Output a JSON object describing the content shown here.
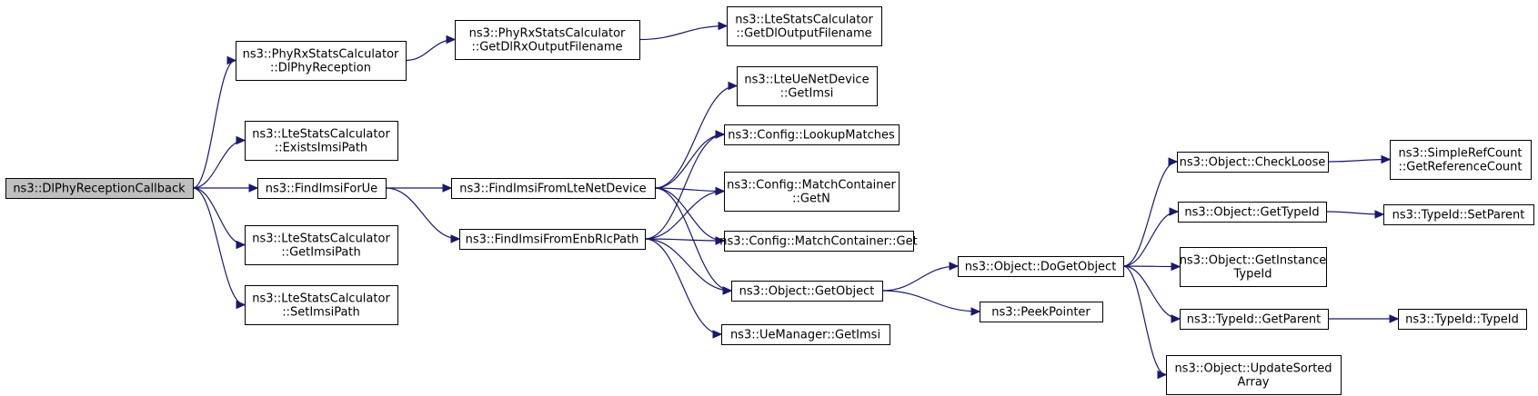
{
  "graph": {
    "root": "n0",
    "edge_color": "#191970",
    "root_fill": "#bfbfbf",
    "nodes": [
      {
        "id": "n0",
        "lines": [
          "ns3::DlPhyReceptionCallback"
        ]
      },
      {
        "id": "n1",
        "lines": [
          "ns3::PhyRxStatsCalculator",
          "::DlPhyReception"
        ]
      },
      {
        "id": "n2",
        "lines": [
          "ns3::PhyRxStatsCalculator",
          "::GetDlRxOutputFilename"
        ]
      },
      {
        "id": "n3",
        "lines": [
          "ns3::LteStatsCalculator",
          "::GetDlOutputFilename"
        ]
      },
      {
        "id": "n4",
        "lines": [
          "ns3::LteStatsCalculator",
          "::ExistsImsiPath"
        ]
      },
      {
        "id": "n5",
        "lines": [
          "ns3::FindImsiForUe"
        ]
      },
      {
        "id": "n6",
        "lines": [
          "ns3::FindImsiFromLteNetDevice"
        ]
      },
      {
        "id": "n7",
        "lines": [
          "ns3::FindImsiFromEnbRlcPath"
        ]
      },
      {
        "id": "n8",
        "lines": [
          "ns3::LteStatsCalculator",
          "::GetImsiPath"
        ]
      },
      {
        "id": "n9",
        "lines": [
          "ns3::LteStatsCalculator",
          "::SetImsiPath"
        ]
      },
      {
        "id": "n10",
        "lines": [
          "ns3::LteUeNetDevice",
          "::GetImsi"
        ]
      },
      {
        "id": "n11",
        "lines": [
          "ns3::Config::LookupMatches"
        ]
      },
      {
        "id": "n12",
        "lines": [
          "ns3::Config::MatchContainer",
          "::GetN"
        ]
      },
      {
        "id": "n13",
        "lines": [
          "ns3::Config::MatchContainer::Get"
        ]
      },
      {
        "id": "n14",
        "lines": [
          "ns3::Object::GetObject"
        ]
      },
      {
        "id": "n15",
        "lines": [
          "ns3::UeManager::GetImsi"
        ]
      },
      {
        "id": "n16",
        "lines": [
          "ns3::Object::DoGetObject"
        ]
      },
      {
        "id": "n17",
        "lines": [
          "ns3::PeekPointer"
        ]
      },
      {
        "id": "n18",
        "lines": [
          "ns3::Object::CheckLoose"
        ]
      },
      {
        "id": "n19",
        "lines": [
          "ns3::Object::GetTypeId"
        ]
      },
      {
        "id": "n20",
        "lines": [
          "ns3::Object::GetInstance",
          "TypeId"
        ]
      },
      {
        "id": "n21",
        "lines": [
          "ns3::TypeId::GetParent"
        ]
      },
      {
        "id": "n22",
        "lines": [
          "ns3::Object::UpdateSorted",
          "Array"
        ]
      },
      {
        "id": "n23",
        "lines": [
          "ns3::SimpleRefCount",
          "::GetReferenceCount"
        ]
      },
      {
        "id": "n24",
        "lines": [
          "ns3::TypeId::SetParent"
        ]
      },
      {
        "id": "n25",
        "lines": [
          "ns3::TypeId::TypeId"
        ]
      }
    ],
    "edges": [
      {
        "from": "n0",
        "to": "n1"
      },
      {
        "from": "n0",
        "to": "n4"
      },
      {
        "from": "n0",
        "to": "n5"
      },
      {
        "from": "n0",
        "to": "n8"
      },
      {
        "from": "n0",
        "to": "n9"
      },
      {
        "from": "n1",
        "to": "n2"
      },
      {
        "from": "n2",
        "to": "n3"
      },
      {
        "from": "n5",
        "to": "n6"
      },
      {
        "from": "n5",
        "to": "n7"
      },
      {
        "from": "n6",
        "to": "n10"
      },
      {
        "from": "n6",
        "to": "n11"
      },
      {
        "from": "n6",
        "to": "n12"
      },
      {
        "from": "n6",
        "to": "n13"
      },
      {
        "from": "n6",
        "to": "n14"
      },
      {
        "from": "n7",
        "to": "n11"
      },
      {
        "from": "n7",
        "to": "n12"
      },
      {
        "from": "n7",
        "to": "n13"
      },
      {
        "from": "n7",
        "to": "n14"
      },
      {
        "from": "n7",
        "to": "n15"
      },
      {
        "from": "n14",
        "to": "n16"
      },
      {
        "from": "n14",
        "to": "n17"
      },
      {
        "from": "n16",
        "to": "n18"
      },
      {
        "from": "n16",
        "to": "n19"
      },
      {
        "from": "n16",
        "to": "n20"
      },
      {
        "from": "n16",
        "to": "n21"
      },
      {
        "from": "n16",
        "to": "n22"
      },
      {
        "from": "n18",
        "to": "n23"
      },
      {
        "from": "n19",
        "to": "n24"
      },
      {
        "from": "n21",
        "to": "n25"
      }
    ]
  }
}
